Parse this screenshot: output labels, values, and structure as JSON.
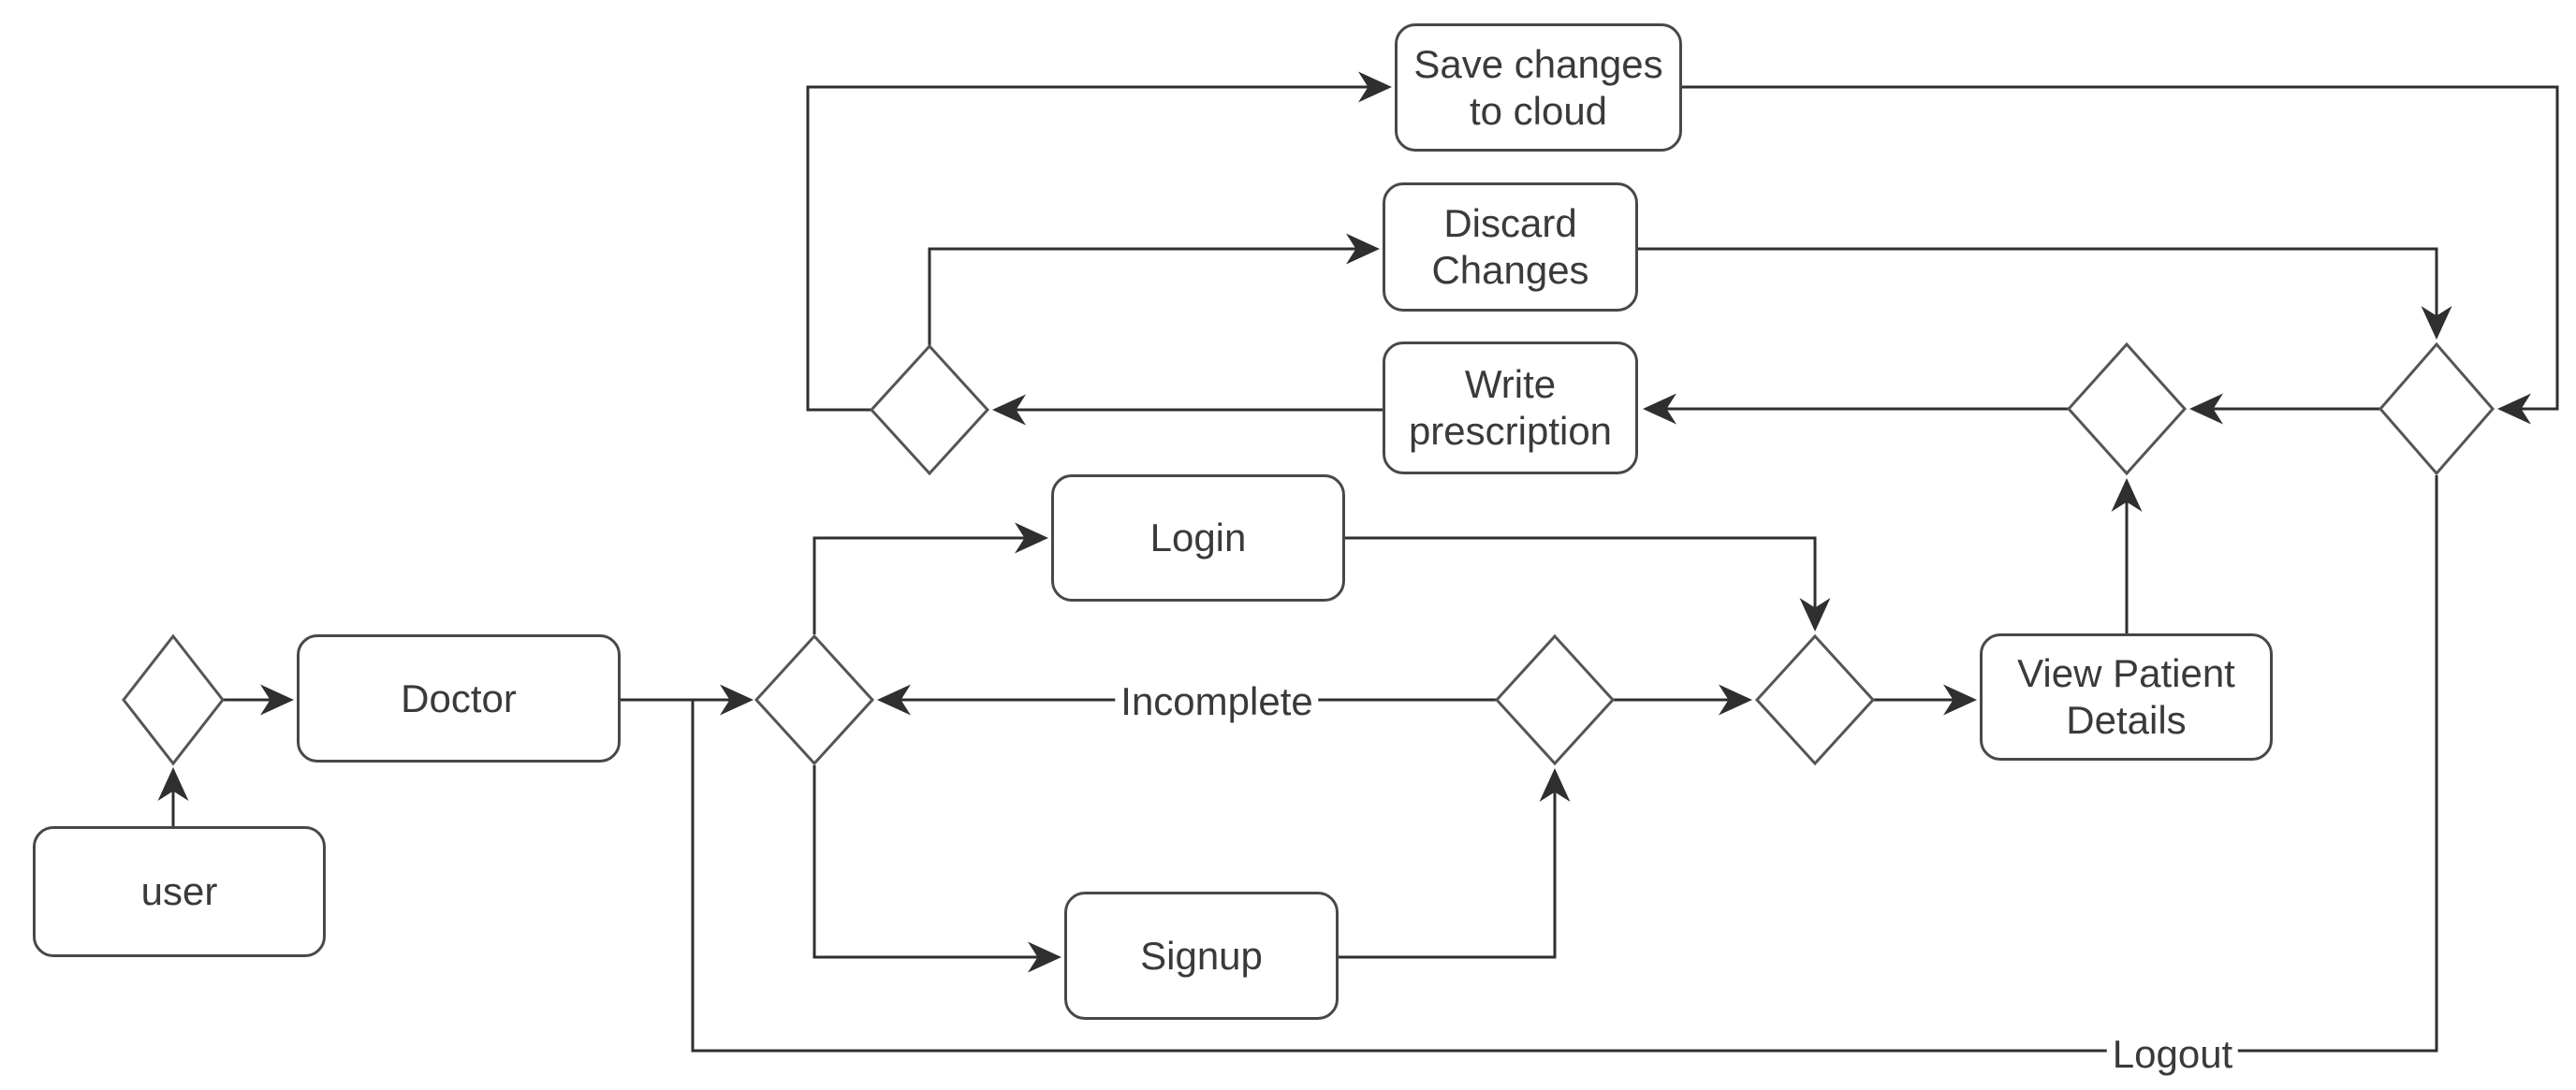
{
  "diagram": {
    "type": "flowchart",
    "nodes": {
      "user": {
        "label": "user"
      },
      "doctor": {
        "label": "Doctor"
      },
      "login": {
        "label": "Login"
      },
      "signup": {
        "label": "Signup"
      },
      "view_patient_details": {
        "label": "View Patient Details"
      },
      "write_prescription": {
        "label": "Write prescription"
      },
      "discard_changes": {
        "label": "Discard Changes"
      },
      "save_changes_to_cloud": {
        "label": "Save changes to cloud"
      }
    },
    "edge_labels": {
      "incomplete": "Incomplete",
      "logout": "Logout"
    },
    "decision_diamond_count": 7,
    "colors": {
      "background": "#ffffff",
      "node_fill": "#ffffff",
      "node_border": "#484848",
      "connector": "#2f2f2f",
      "text": "#3a3a3a"
    }
  }
}
